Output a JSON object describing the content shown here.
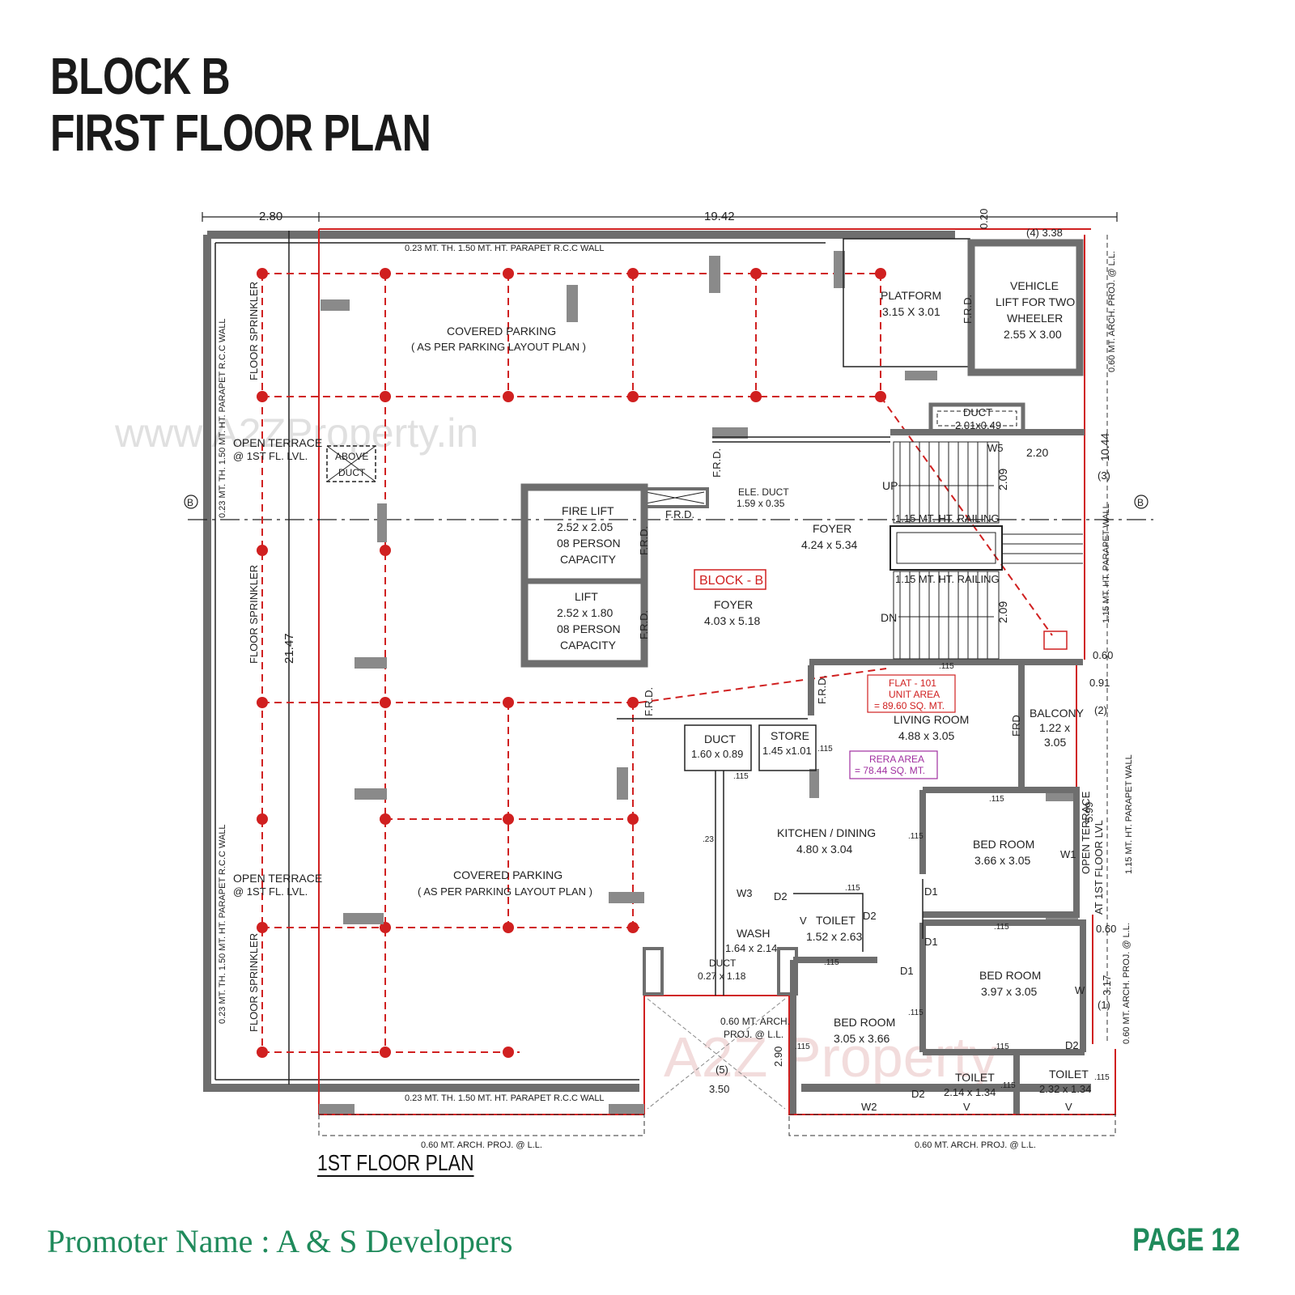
{
  "header": {
    "title_line1": "BLOCK B",
    "title_line2": "FIRST FLOOR PLAN"
  },
  "footer": {
    "promoter": "Promoter Name : A & S Developers",
    "page": "PAGE 12"
  },
  "plan": {
    "caption": "1ST FLOOR PLAN",
    "watermark": "www.A2ZProperty.in",
    "watermark_logo": "A2Z Property",
    "dimensions": {
      "top_left": "2.80",
      "top_main": "19.42",
      "top_right_a": "0.20",
      "top_right_b": "(4) 3.38",
      "left_height": "21.47",
      "right_1044": "10.44",
      "right_599": "5.99",
      "right_317": "3.17",
      "right_060a": "0.60",
      "right_091": "0.91",
      "right_060b": "0.60",
      "dim_220": "2.20",
      "dim_209a": "2.09",
      "dim_209b": "2.09",
      "dim_290": "2.90",
      "dim_350": "3.50",
      "label_3": "(3)",
      "label_2": "(2)",
      "label_1": "(1)",
      "label_5": "(5)",
      "grid_b": "B"
    },
    "walls": {
      "parapet_top": "0.23 MT. TH. 1.50 MT. HT. PARAPET R.C.C WALL",
      "parapet_bottom": "0.23 MT. TH. 1.50 MT. HT. PARAPET R.C.C WALL",
      "parapet_left_top": "0.23 MT. TH. 1.50 MT. HT. PARAPET R.C.C WALL",
      "parapet_left_bottom": "0.23 MT. TH. 1.50 MT. HT. PARAPET R.C.C WALL",
      "parapet_right_top": "1.15 MT. HT. PARAPET WALL",
      "parapet_right_bottom": "1.15 MT. HT. PARAPET WALL",
      "arch_proj_right_top": "0.60 MT. ARCH. PROJ. @ L.L.",
      "arch_proj_right_bottom": "0.60 MT. ARCH. PROJ. @ L.L.",
      "arch_proj_bottom_left": "0.60 MT. ARCH. PROJ. @ L.L.",
      "arch_proj_bottom_right": "0.60 MT. ARCH. PROJ. @ L.L.",
      "arch_proj_center_1": "0.60 MT. ARCH.",
      "arch_proj_center_2": "PROJ. @ L.L.",
      "railing_1": "1.15 MT. HT. RAILING",
      "railing_2": "1.15 MT. HT. RAILING"
    },
    "rooms": {
      "covered_parking_top": "COVERED PARKING",
      "covered_parking_top_sub": "( AS PER PARKING LAYOUT PLAN )",
      "covered_parking_bottom": "COVERED PARKING",
      "covered_parking_bottom_sub": "( AS PER PARKING LAYOUT PLAN )",
      "open_terrace_top": "OPEN TERRACE",
      "open_terrace_top_sub": "@ 1ST FL. LVL.",
      "open_terrace_bottom": "OPEN TERRACE",
      "open_terrace_bottom_sub": "@ 1ST FL. LVL.",
      "open_terrace_right": "OPEN TERRACE",
      "open_terrace_right_sub": "AT 1ST FLOOR LVL",
      "above_duct_1": "ABOVE",
      "above_duct_2": "DUCT",
      "floor_sprinkler_1": "FLOOR SPRINKLER",
      "floor_sprinkler_2": "FLOOR SPRINKLER",
      "floor_sprinkler_3": "FLOOR SPRINKLER",
      "platform": "PLATFORM",
      "platform_size": "3.15 X 3.01",
      "vehicle_lift_1": "VEHICLE",
      "vehicle_lift_2": "LIFT FOR TWO",
      "vehicle_lift_3": "WHEELER",
      "vehicle_lift_size": "2.55 X 3.00",
      "duct_top": "DUCT",
      "duct_top_size": "2.01x0.49",
      "ele_duct": "ELE. DUCT",
      "ele_duct_size": "1.59 x 0.35",
      "fire_lift": "FIRE LIFT",
      "fire_lift_size": "2.52 x 2.05",
      "fire_lift_cap1": "08 PERSON",
      "fire_lift_cap2": "CAPACITY",
      "lift": "LIFT",
      "lift_size": "2.52 x 1.80",
      "lift_cap1": "08 PERSON",
      "lift_cap2": "CAPACITY",
      "foyer_1": "FOYER",
      "foyer_1_size": "4.24 x 5.34",
      "block_b": "BLOCK - B",
      "foyer_2": "FOYER",
      "foyer_2_size": "4.03 x 5.18",
      "stair_up": "UP",
      "stair_dn": "DN",
      "flat_101": "FLAT - 101",
      "unit_area": "UNIT AREA",
      "unit_area_val": "= 89.60 SQ. MT.",
      "rera_area": "RERA AREA",
      "rera_area_val": "= 78.44 SQ. MT.",
      "living_room": "LIVING ROOM",
      "living_room_size": "4.88 x 3.05",
      "balcony": "BALCONY",
      "balcony_size1": "1.22 x",
      "balcony_size2": "3.05",
      "duct_mid": "DUCT",
      "duct_mid_size": "1.60 x 0.89",
      "store": "STORE",
      "store_size": "1.45 x1.01",
      "kitchen": "KITCHEN / DINING",
      "kitchen_size": "4.80 x 3.04",
      "bed_room_1": "BED ROOM",
      "bed_room_1_size": "3.66 x 3.05",
      "toilet_1": "TOILET",
      "toilet_1_size": "1.52 x 2.63",
      "wash": "WASH",
      "wash_size": "1.64 x 2.14",
      "duct_small": "DUCT",
      "duct_small_size": "0.27 x 1.18",
      "bed_room_2": "BED ROOM",
      "bed_room_2_size": "3.97 x 3.05",
      "bed_room_3": "BED ROOM",
      "bed_room_3_size": "3.05 x 3.66",
      "toilet_2": "TOILET",
      "toilet_2_size": "2.14 x 1.34",
      "toilet_3": "TOILET",
      "toilet_3_size": "2.32 x 1.34"
    },
    "tags": {
      "frd": "F.R.D.",
      "frd_short": "FRD",
      "w5": "W5",
      "w3": "W3",
      "w1": "W1",
      "w2": "W2",
      "w": "W",
      "d1": "D1",
      "d2": "D2",
      "v": "V",
      "t115": ".115",
      "t23": ".23"
    }
  },
  "colors": {
    "wall": "#6e6e6e",
    "red": "#d02020",
    "green": "#1f8a5b",
    "magenta": "#a030a0"
  }
}
